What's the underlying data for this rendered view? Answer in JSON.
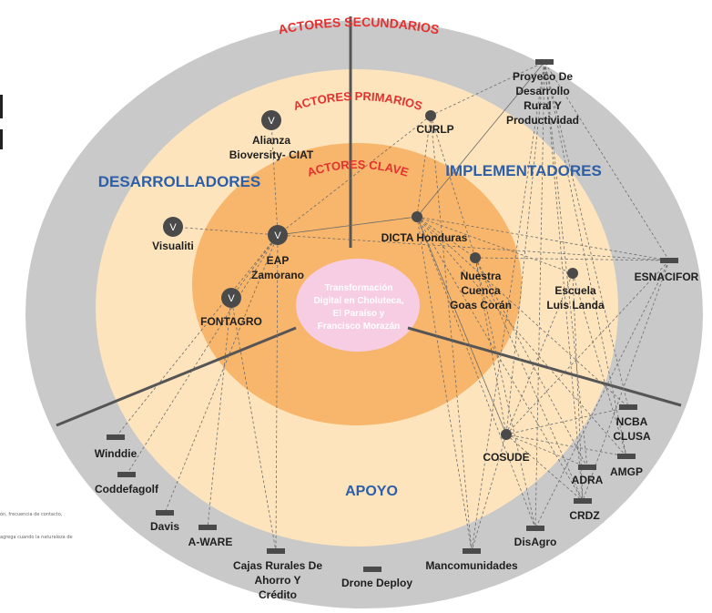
{
  "center": {
    "lines": [
      "Transformación",
      "Digital en Choluteca,",
      "El Paraíso y",
      "Francisco Morazán"
    ]
  },
  "rings": {
    "secondary": "ACTORES SECUNDARIOS",
    "primary": "ACTORES PRIMARIOS",
    "key": "ACTORES CLAVE"
  },
  "sectors": {
    "developers": "DESARROLLADORES",
    "implementers": "IMPLEMENTADORES",
    "support": "APOYO"
  },
  "actors": [
    {
      "id": "alianza",
      "marker": "v",
      "lines": [
        "Alianza",
        "Bioversity- CIAT"
      ]
    },
    {
      "id": "visualiti",
      "marker": "v",
      "lines": [
        "Visualiti"
      ]
    },
    {
      "id": "eap",
      "marker": "v",
      "lines": [
        "EAP",
        "Zamorano"
      ]
    },
    {
      "id": "fontagro",
      "marker": "v",
      "lines": [
        "FONTAGRO"
      ]
    },
    {
      "id": "curlp",
      "marker": "dot",
      "lines": [
        "CURLP"
      ]
    },
    {
      "id": "dicta",
      "marker": "dot",
      "lines": [
        "DICTA Honduras"
      ]
    },
    {
      "id": "nuestra",
      "marker": "dot",
      "lines": [
        "Nuestra",
        "Cuenca",
        "Goas Corán"
      ]
    },
    {
      "id": "escuela",
      "marker": "dot",
      "lines": [
        "Escuela",
        "Luis Landa"
      ]
    },
    {
      "id": "cosude",
      "marker": "dot",
      "lines": [
        "COSUDE"
      ]
    },
    {
      "id": "proyecto",
      "marker": "bar",
      "lines": [
        "Proyeco De",
        "Desarrollo",
        "Rural Y",
        "Productividad"
      ]
    },
    {
      "id": "esnacifor",
      "marker": "bar",
      "lines": [
        "ESNACIFOR"
      ]
    },
    {
      "id": "ncba",
      "marker": "bar",
      "lines": [
        "NCBA",
        "CLUSA"
      ]
    },
    {
      "id": "amgp",
      "marker": "bar",
      "lines": [
        "AMGP"
      ]
    },
    {
      "id": "adra",
      "marker": "bar",
      "lines": [
        "ADRA"
      ]
    },
    {
      "id": "crdz",
      "marker": "bar",
      "lines": [
        "CRDZ"
      ]
    },
    {
      "id": "disagro",
      "marker": "bar",
      "lines": [
        "DisAgro"
      ]
    },
    {
      "id": "mancomunidades",
      "marker": "bar",
      "lines": [
        "Mancomunidades"
      ]
    },
    {
      "id": "drone",
      "marker": "bar",
      "lines": [
        "Drone Deploy"
      ]
    },
    {
      "id": "cajas",
      "marker": "bar",
      "lines": [
        "Cajas Rurales De",
        "Ahorro Y",
        "Crédito"
      ]
    },
    {
      "id": "aware",
      "marker": "bar",
      "lines": [
        "A-WARE"
      ]
    },
    {
      "id": "davis",
      "marker": "bar",
      "lines": [
        "Davis"
      ]
    },
    {
      "id": "coddefagolf",
      "marker": "bar",
      "lines": [
        "Coddefagolf"
      ]
    },
    {
      "id": "winddie",
      "marker": "bar",
      "lines": [
        "Winddie"
      ]
    }
  ],
  "links": [
    [
      "dicta",
      "eap"
    ],
    [
      "dicta",
      "curlp"
    ],
    [
      "dicta",
      "nuestra"
    ],
    [
      "dicta",
      "cosude"
    ],
    [
      "dicta",
      "esnacifor"
    ],
    [
      "dicta",
      "proyecto"
    ],
    [
      "dicta",
      "mancomunidades"
    ],
    [
      "dicta",
      "crdz"
    ],
    [
      "dicta",
      "escuela"
    ],
    [
      "dicta",
      "ncba"
    ],
    [
      "dicta",
      "disagro"
    ],
    [
      "dicta",
      "amgp"
    ],
    [
      "eap",
      "alianza"
    ],
    [
      "eap",
      "visualiti"
    ],
    [
      "eap",
      "fontagro"
    ],
    [
      "eap",
      "winddie"
    ],
    [
      "eap",
      "coddefagolf"
    ],
    [
      "eap",
      "cajas"
    ],
    [
      "eap",
      "esnacifor"
    ],
    [
      "eap",
      "dicta"
    ],
    [
      "eap",
      "davis"
    ],
    [
      "curlp",
      "proyecto"
    ],
    [
      "curlp",
      "nuestra"
    ],
    [
      "curlp",
      "mancomunidades"
    ],
    [
      "curlp",
      "eap"
    ],
    [
      "fontagro",
      "aware"
    ],
    [
      "fontagro",
      "cajas"
    ],
    [
      "proyecto",
      "cosude"
    ],
    [
      "proyecto",
      "crdz"
    ],
    [
      "proyecto",
      "amgp"
    ],
    [
      "proyecto",
      "ncba"
    ],
    [
      "proyecto",
      "adra"
    ],
    [
      "proyecto",
      "mancomunidades"
    ],
    [
      "proyecto",
      "disagro"
    ],
    [
      "proyecto",
      "dicta"
    ],
    [
      "cosude",
      "nuestra"
    ],
    [
      "cosude",
      "dicta"
    ],
    [
      "cosude",
      "escuela"
    ],
    [
      "cosude",
      "esnacifor"
    ],
    [
      "cosude",
      "amgp"
    ],
    [
      "cosude",
      "crdz"
    ],
    [
      "cosude",
      "adra"
    ],
    [
      "cosude",
      "ncba"
    ],
    [
      "cosude",
      "mancomunidades"
    ],
    [
      "nuestra",
      "esnacifor"
    ],
    [
      "nuestra",
      "crdz"
    ],
    [
      "nuestra",
      "adra"
    ],
    [
      "nuestra",
      "disagro"
    ],
    [
      "esnacifor",
      "crdz"
    ],
    [
      "esnacifor",
      "proyecto"
    ],
    [
      "esnacifor",
      "disagro"
    ],
    [
      "escuela",
      "crdz"
    ],
    [
      "escuela",
      "amgp"
    ]
  ],
  "side_notes": [
    "ón, frecuencia de contacto,",
    "agrega cuando la naturaleza de"
  ],
  "colors": {
    "outer_ring": "#c9c9c9",
    "primary_ring": "#fde4bd",
    "key_ring": "#f7b66b",
    "center": "#f7cde3",
    "ring_label": "#e4312f",
    "sector_label": "#2d5fa8",
    "node": "#4a4a4a",
    "node_text": "#1e1e1e"
  }
}
